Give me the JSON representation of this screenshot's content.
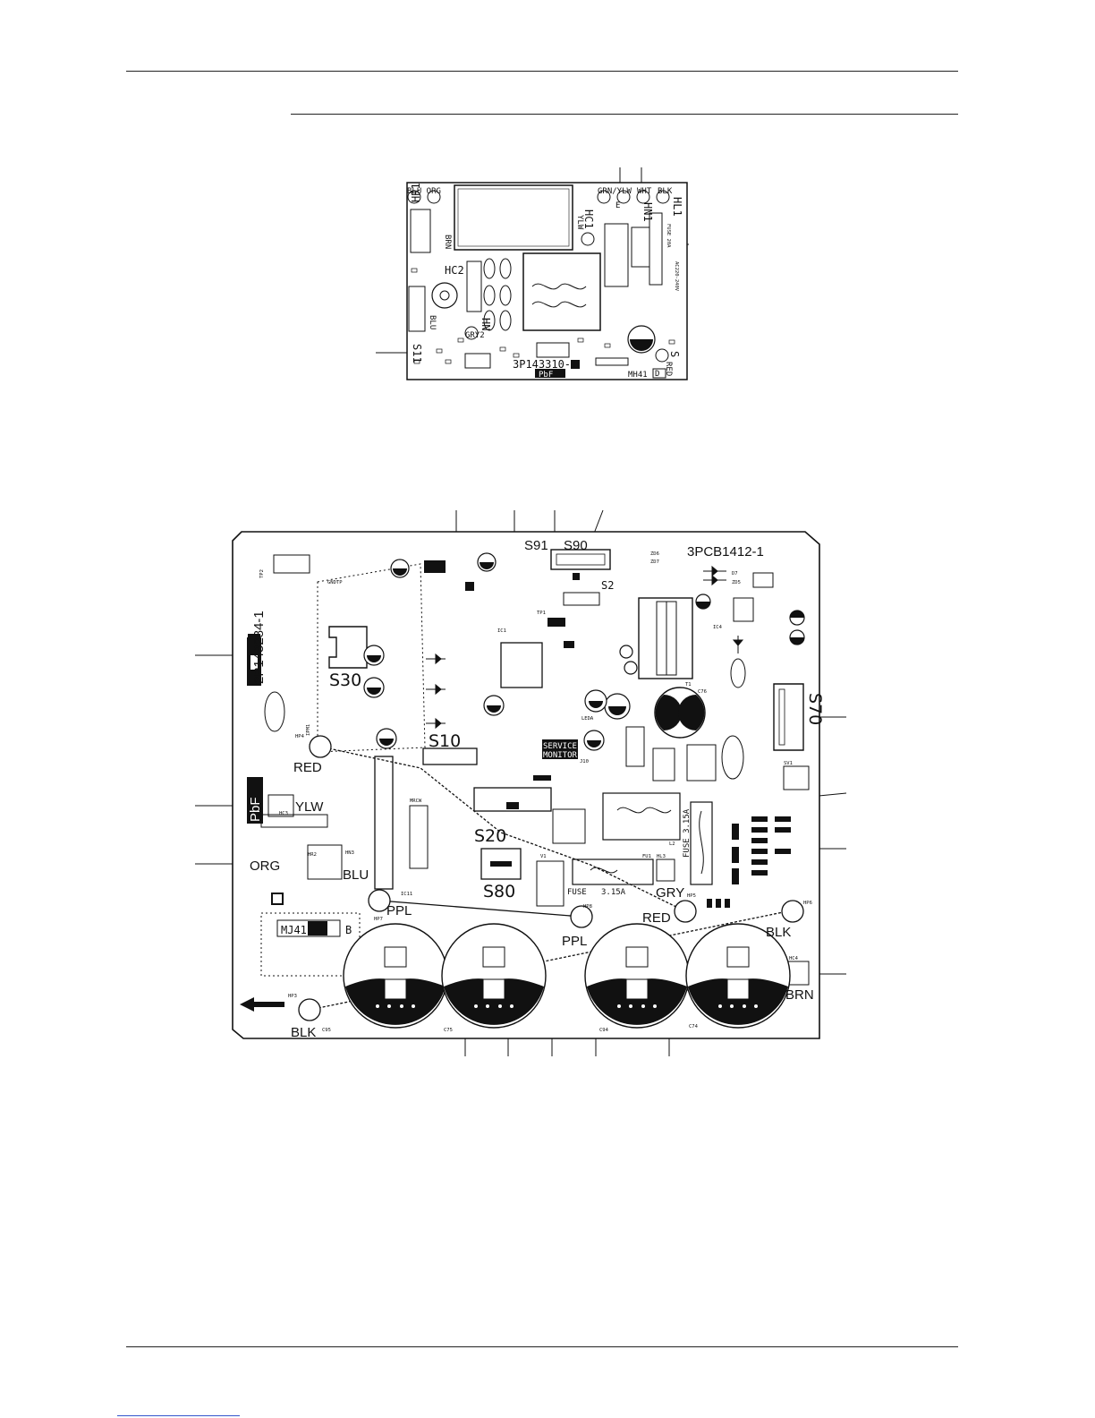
{
  "top_board": {
    "labels": {
      "blu_org": "BLU ORG",
      "hr1": "HR1",
      "grn_ylw": "GRN/YLW",
      "e": "E",
      "wht": "WHT",
      "blk": "BLK",
      "hn1": "HN1",
      "hl1": "HL1",
      "hc1": "HC1",
      "ylw": "YLW",
      "brn": "BRN",
      "hc2": "HC2",
      "blu": "BLU",
      "hn": "HN",
      "gry2": "GRY2",
      "s11": "S11",
      "s": "S",
      "part_no": "3P143310-1",
      "pbf": "PbF",
      "mh41": "MH41",
      "d": "D",
      "red": "RED",
      "fuse": "FUSE 20A",
      "rating": "AC220-240V"
    }
  },
  "bottom_board": {
    "labels": {
      "part_no": "3PCB1412-1",
      "s91": "S91",
      "s90": "S90",
      "s2": "S2",
      "s30": "S30",
      "s10": "S10",
      "s70": "S70",
      "s20": "S20",
      "s80": "S80",
      "red_hp4": "RED",
      "ylw": "YLW",
      "org": "ORG",
      "blu": "BLU",
      "ppl_hp7": "PPL",
      "ppl_hp8": "PPL",
      "gry": "GRY",
      "red_hp5": "RED",
      "blk_hp6": "BLK",
      "brn": "BRN",
      "blk_hp3": "BLK",
      "service_1": "SERVICE",
      "service_2": "MONITOR",
      "board_id": "2P143284-1",
      "pbf": "PbF",
      "mj41": "MJ41",
      "b": "B",
      "fuse_main": "FUSE 3.15A",
      "fuse_small": "FUSE",
      "fuse_small_rating": "3.15A",
      "leda": "LEDA",
      "c95": "C95",
      "c75": "C75",
      "c94": "C94",
      "c74": "C74",
      "c76": "C76",
      "t1": "T1",
      "ic1": "IC1",
      "ic4": "IC4",
      "ic11": "IC11",
      "tp1": "TP1",
      "tp2": "TP2",
      "ipm1": "IPM1",
      "v1": "V1",
      "fu1": "FU1",
      "sv1": "SV1",
      "j10": "J10",
      "l2": "L2",
      "hl3": "HL3",
      "hn3": "HN3",
      "hr2": "HR2",
      "hc3": "HC3",
      "hc4": "HC4",
      "hp3": "HP3",
      "hp4": "HP4",
      "hp5": "HP5",
      "hp6": "HP6",
      "hp7": "HP7",
      "hp8": "HP8",
      "mrcw": "MRCW",
      "zd6": "ZD6",
      "zd7": "ZD7",
      "zd5": "ZD5",
      "d7": "D7",
      "gndtp": "GNDTP"
    }
  }
}
